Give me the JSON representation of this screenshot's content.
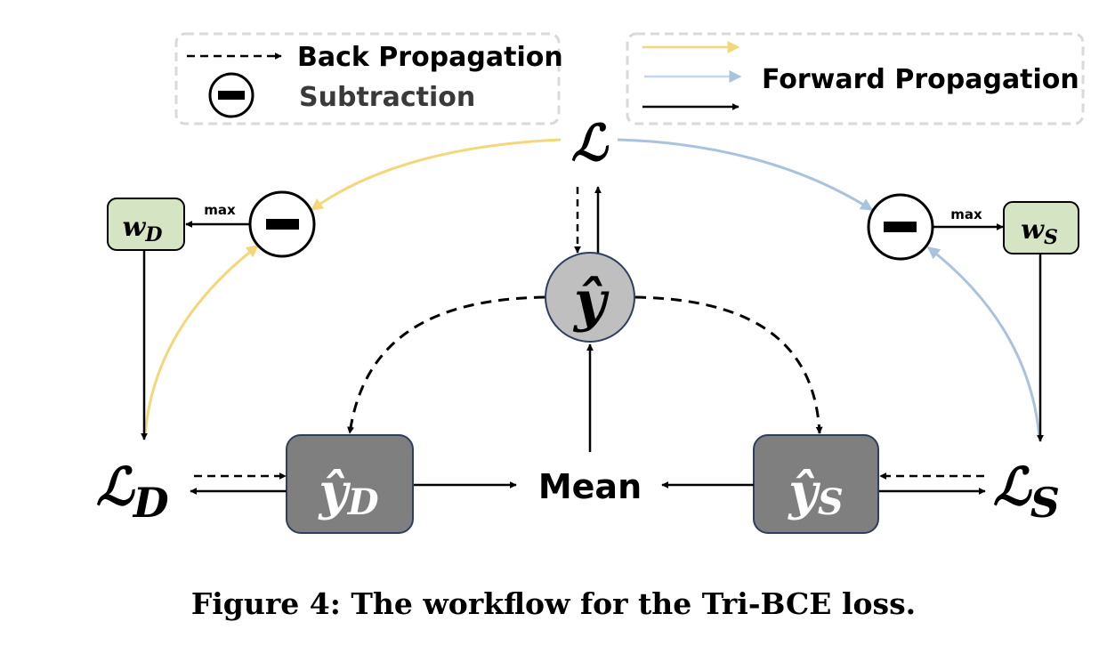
{
  "legend_left": {
    "back_propagation_label": "Back Propagation",
    "subtraction_label": "Subtraction"
  },
  "legend_right": {
    "forward_propagation_label": "Forward Propagation"
  },
  "colors": {
    "yellow_arrow": "#f4d77b",
    "blue_arrow": "#a9c2de",
    "black_arrow": "#000000",
    "weight_box_fill": "#d5e5c4",
    "prediction_box_fill": "#7f7f7f",
    "y_hat_circle_fill": "#bfbfbf",
    "node_border": "#2f3d5f",
    "legend_border": "#d9d9d9"
  },
  "nodes": {
    "total_loss": {
      "symbol": "ℒ"
    },
    "y_hat": {
      "symbol": "ŷ"
    },
    "loss_d": {
      "symbol": "ℒ",
      "subscript": "D"
    },
    "loss_s": {
      "symbol": "ℒ",
      "subscript": "S"
    },
    "weight_d": {
      "symbol": "w",
      "subscript": "D"
    },
    "weight_s": {
      "symbol": "w",
      "subscript": "S"
    },
    "y_hat_d": {
      "symbol": "ŷ",
      "subscript": "D"
    },
    "y_hat_s": {
      "symbol": "ŷ",
      "subscript": "S"
    },
    "mean": {
      "label": "Mean"
    },
    "max_left": {
      "label": "max"
    },
    "max_right": {
      "label": "max"
    }
  },
  "caption": "Figure 4: The workflow for the Tri-BCE loss."
}
